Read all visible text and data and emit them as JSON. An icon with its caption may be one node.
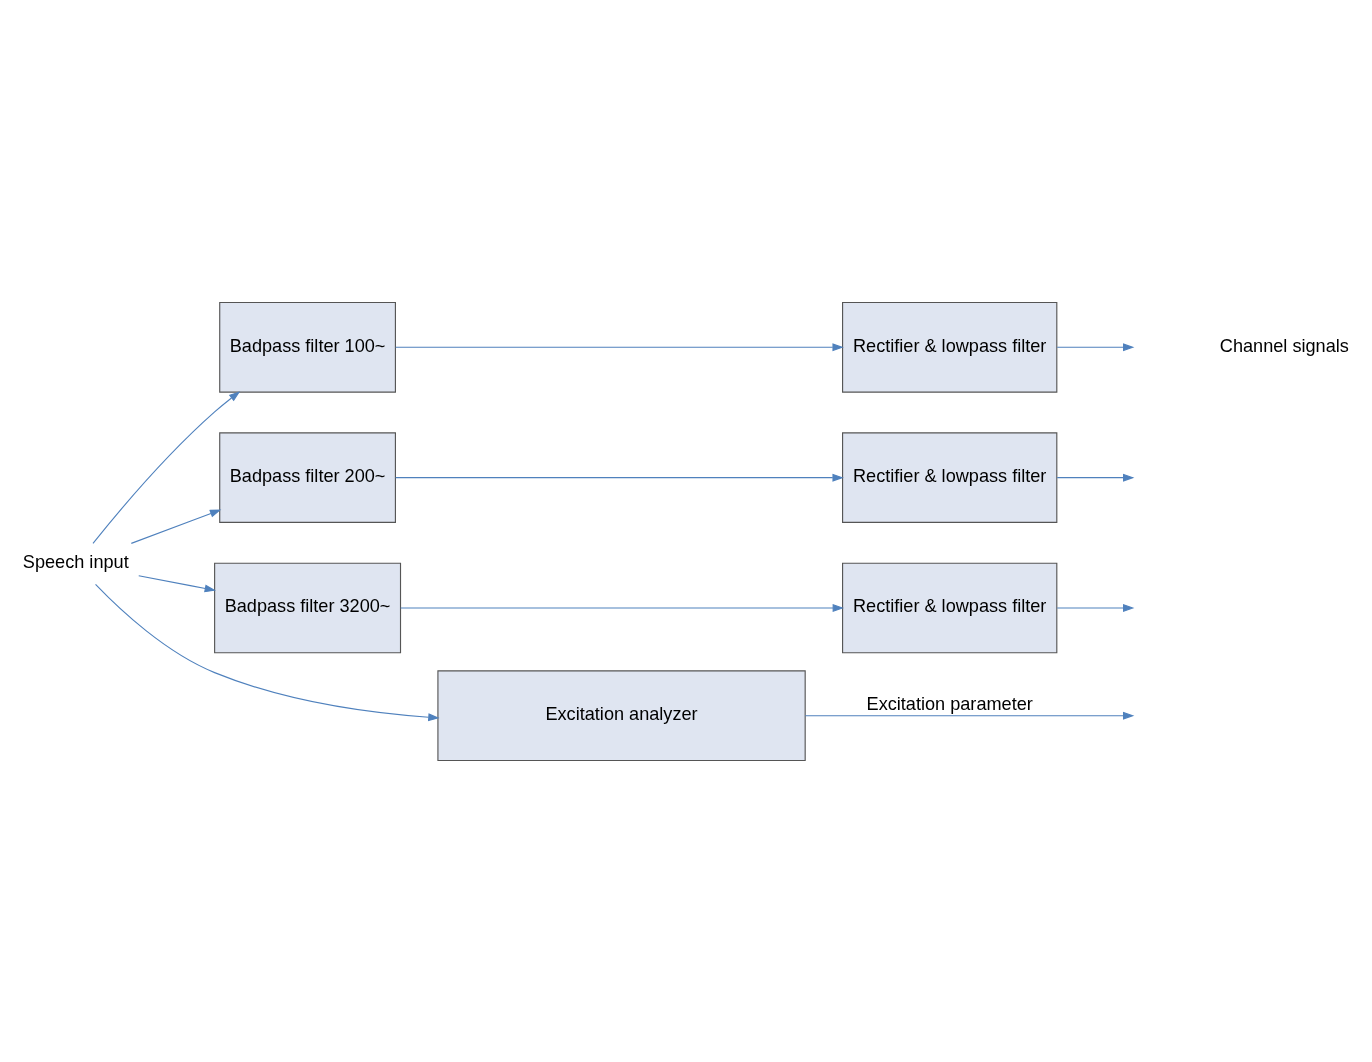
{
  "diagram": {
    "nodes": [
      {
        "text": [
          "Speech input"
        ]
      },
      {
        "text": [
          "Badpass filter 100~"
        ]
      },
      {
        "text": [
          "Rectifier & lowpass filter"
        ]
      },
      {
        "text": [
          "Badpass filter 200~"
        ]
      },
      {
        "text": [
          "Rectifier & lowpass filter"
        ]
      },
      {
        "text": [
          "Badpass filter 3200~"
        ]
      },
      {
        "text": [
          "Rectifier & lowpass filter"
        ]
      },
      {
        "text": [
          "Excitation analyzer"
        ]
      }
    ],
    "edges": [
      {
        "from": 0,
        "to": 1,
        "arrow": "to"
      },
      {
        "from": 0,
        "to": 3,
        "arrow": "to"
      },
      {
        "from": 0,
        "to": 5,
        "arrow": "to"
      },
      {
        "from": 0,
        "to": 7,
        "arrow": "to"
      },
      {
        "from": 1,
        "to": 2,
        "arrow": "to"
      },
      {
        "from": 3,
        "to": 4,
        "arrow": "to"
      },
      {
        "from": 5,
        "to": 6,
        "arrow": "to"
      },
      {
        "from": 2,
        "to": null,
        "arrow": "to"
      },
      {
        "from": 4,
        "to": null,
        "arrow": "to"
      },
      {
        "from": 6,
        "to": null,
        "arrow": "to"
      },
      {
        "from": 7,
        "to": null,
        "arrow": "to",
        "label": "Excitation parameter"
      }
    ],
    "labels": [
      "Channel signals"
    ]
  }
}
